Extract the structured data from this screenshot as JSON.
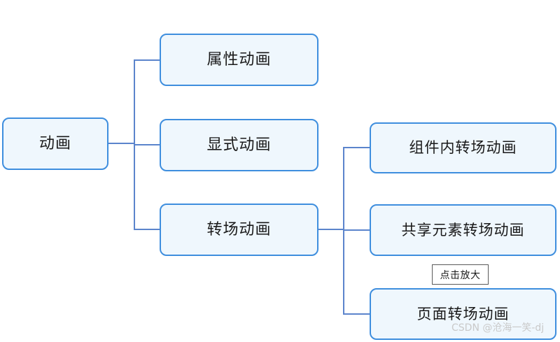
{
  "diagram": {
    "type": "tree-mindmap",
    "root": {
      "label": "动画"
    },
    "level2": [
      {
        "label": "属性动画"
      },
      {
        "label": "显式动画"
      },
      {
        "label": "转场动画"
      }
    ],
    "level3": [
      {
        "label": "组件内转场动画"
      },
      {
        "label": "共享元素转场动画"
      },
      {
        "label": "页面转场动画"
      }
    ],
    "colors": {
      "node_fill": "#eff7fd",
      "node_border": "#3e8ede",
      "connector": "#5b84cc",
      "text": "#1a1a1a",
      "background": "#ffffff",
      "tooltip_border": "#5a5a5a",
      "watermark": "#c9c9c9"
    }
  },
  "tooltip": {
    "label": "点击放大"
  },
  "watermark": {
    "text": "CSDN @沧海一笑-dj"
  }
}
